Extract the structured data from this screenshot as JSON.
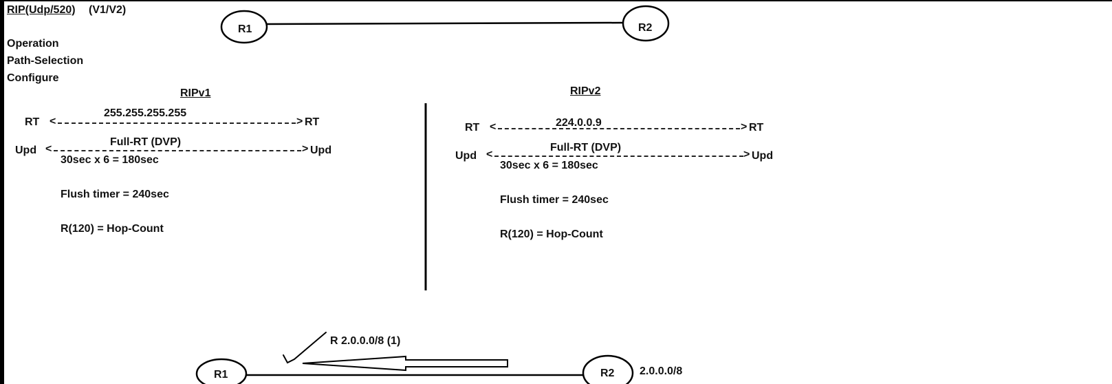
{
  "header": {
    "title": "RIP(Udp/520)",
    "versions": "(V1/V2)",
    "topics": [
      "Operation",
      "Path-Selection",
      "Configure"
    ]
  },
  "top_topology": {
    "left_router": "R1",
    "right_router": "R2"
  },
  "ripv1": {
    "title": "RIPv1",
    "rt_left": "RT",
    "rt_right": "RT",
    "rt_arrow_left": "<",
    "rt_arrow_right": ">",
    "broadcast_address": "255.255.255.255",
    "upd_left": "Upd",
    "upd_right": "Upd",
    "upd_arrow_left": "<",
    "upd_arrow_right": ">",
    "update_type": "Full-RT (DVP)",
    "update_timer": "30sec x 6 = 180sec",
    "flush_timer": "Flush timer = 240sec",
    "metric": "R(120) = Hop-Count"
  },
  "ripv2": {
    "title": "RIPv2",
    "rt_left": "RT",
    "rt_right": "RT",
    "rt_arrow_left": "<",
    "rt_arrow_right": ">",
    "multicast_address": "224.0.0.9",
    "upd_left": "Upd",
    "upd_right": "Upd",
    "upd_arrow_left": "<",
    "upd_arrow_right": ">",
    "update_type": "Full-RT (DVP)",
    "update_timer": "30sec x 6 = 180sec",
    "flush_timer": "Flush timer = 240sec",
    "metric": "R(120) = Hop-Count"
  },
  "bottom_topology": {
    "left_router": "R1",
    "right_router": "R2",
    "route_entry": "R  2.0.0.0/8 (1)",
    "network": "2.0.0.0/8"
  }
}
